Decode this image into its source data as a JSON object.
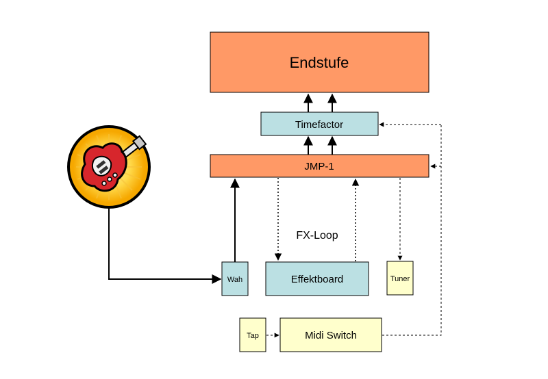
{
  "diagram": {
    "nodes": {
      "endstufe": "Endstufe",
      "timefactor": "Timefactor",
      "jmp1": "JMP-1",
      "wah": "Wah",
      "effektboard": "Effektboard",
      "tuner": "Tuner",
      "tap": "Tap",
      "midi_switch": "Midi Switch"
    },
    "labels": {
      "fx_loop": "FX-Loop"
    },
    "icons": {
      "guitar": "electric-guitar-icon"
    },
    "colors": {
      "orange_box": "#FF9966",
      "blue_box": "#BBE0E3",
      "yellow_box": "#FFFFCC",
      "line": "#000000",
      "icon_outer": "#F6A800",
      "icon_inner": "#FFE27A",
      "guitar_body": "#D7262C"
    }
  }
}
